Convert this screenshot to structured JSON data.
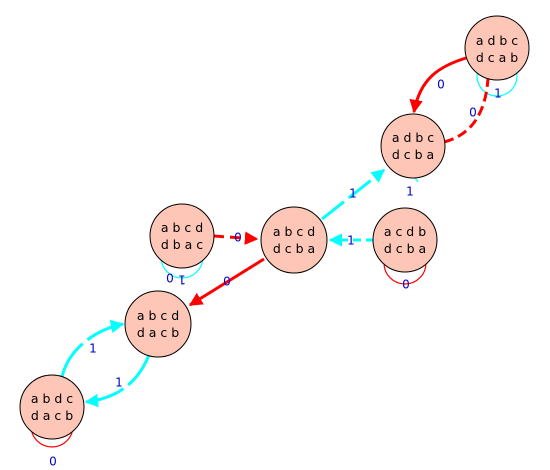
{
  "colors": {
    "node_fill": "#fdc6b6",
    "edge_0": "#ff0000",
    "edge_1": "#00ffff",
    "label": "#0000c8"
  },
  "nodes": {
    "n_adbc_dcab": {
      "line1": "a d b c",
      "line2": "d c a b"
    },
    "n_adbc_dcba": {
      "line1": "a d b c",
      "line2": "d c b a"
    },
    "n_abcd_dbac": {
      "line1": "a b c d",
      "line2": "d b a c"
    },
    "n_abcd_dcba": {
      "line1": "a b c d",
      "line2": "d c b a"
    },
    "n_acdb_dcba": {
      "line1": "a c d b",
      "line2": "d c b a"
    },
    "n_abcd_dacb": {
      "line1": "a b c d",
      "line2": "d a c b"
    },
    "n_abdc_dacb": {
      "line1": "a b d c",
      "line2": "d a c b"
    }
  },
  "edges": [
    {
      "id": "e1",
      "from": "n_adbc_dcab",
      "to": "n_adbc_dcba",
      "label": "0",
      "color": "red"
    },
    {
      "id": "e2",
      "from": "n_adbc_dcba",
      "to": "n_adbc_dcab",
      "label": "0",
      "color": "red"
    },
    {
      "id": "e3",
      "from": "n_abcd_dcba",
      "to": "n_adbc_dcba",
      "label": "1",
      "color": "cyan"
    },
    {
      "id": "e4",
      "from": "n_abcd_dbac",
      "to": "n_abcd_dcba",
      "label": "0",
      "color": "red"
    },
    {
      "id": "e5",
      "from": "n_acdb_dcba",
      "to": "n_abcd_dcba",
      "label": "1",
      "color": "cyan"
    },
    {
      "id": "e6",
      "from": "n_abcd_dcba",
      "to": "n_abcd_dacb",
      "label": "0",
      "color": "red"
    },
    {
      "id": "e7",
      "from": "n_abdc_dacb",
      "to": "n_abcd_dacb",
      "label": "1",
      "color": "cyan"
    },
    {
      "id": "e8",
      "from": "n_abcd_dacb",
      "to": "n_abdc_dacb",
      "label": "1",
      "color": "cyan"
    }
  ],
  "loops": [
    {
      "id": "l1",
      "node": "n_adbc_dcab",
      "label": "1",
      "color": "cyan"
    },
    {
      "id": "l2",
      "node": "n_abcd_dbac",
      "label": "1",
      "color": "cyan"
    },
    {
      "id": "l3",
      "node": "n_acdb_dcba",
      "label": "0",
      "color": "red"
    },
    {
      "id": "l4",
      "node": "n_abdc_dacb",
      "label": "0",
      "color": "red"
    },
    {
      "id": "l5",
      "node": "n_adbc_dcba",
      "label": "1",
      "color": "cyan"
    }
  ]
}
